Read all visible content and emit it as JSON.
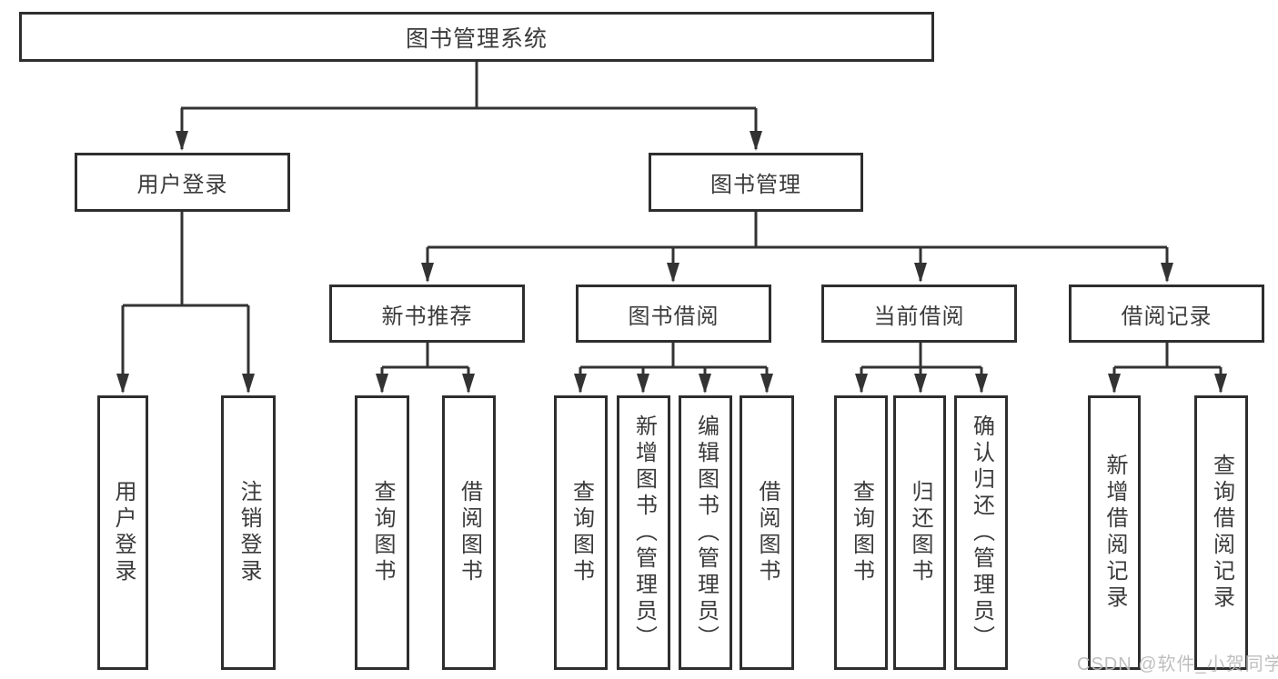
{
  "diagram": {
    "title": "图书管理系统",
    "level2": [
      {
        "label": "用户登录"
      },
      {
        "label": "图书管理"
      }
    ],
    "level3": [
      {
        "label": "新书推荐"
      },
      {
        "label": "图书借阅"
      },
      {
        "label": "当前借阅"
      },
      {
        "label": "借阅记录"
      }
    ],
    "leaves": [
      {
        "label": "用户登录"
      },
      {
        "label": "注销登录"
      },
      {
        "label": "查询图书"
      },
      {
        "label": "借阅图书"
      },
      {
        "label": "查询图书"
      },
      {
        "label": "新增图书（管理员）"
      },
      {
        "label": "编辑图书（管理员）"
      },
      {
        "label": "借阅图书"
      },
      {
        "label": "查询图书"
      },
      {
        "label": "归还图书"
      },
      {
        "label": "确认归还（管理员）"
      },
      {
        "label": "新增借阅记录"
      },
      {
        "label": "查询借阅记录"
      }
    ],
    "watermark": "CSDN @软件_小贺同学",
    "colors": {
      "line": "#333333",
      "box_border": "#2e2e2e",
      "text": "#3b3b3b",
      "background": "#ffffff",
      "watermark": "#bababa"
    }
  }
}
